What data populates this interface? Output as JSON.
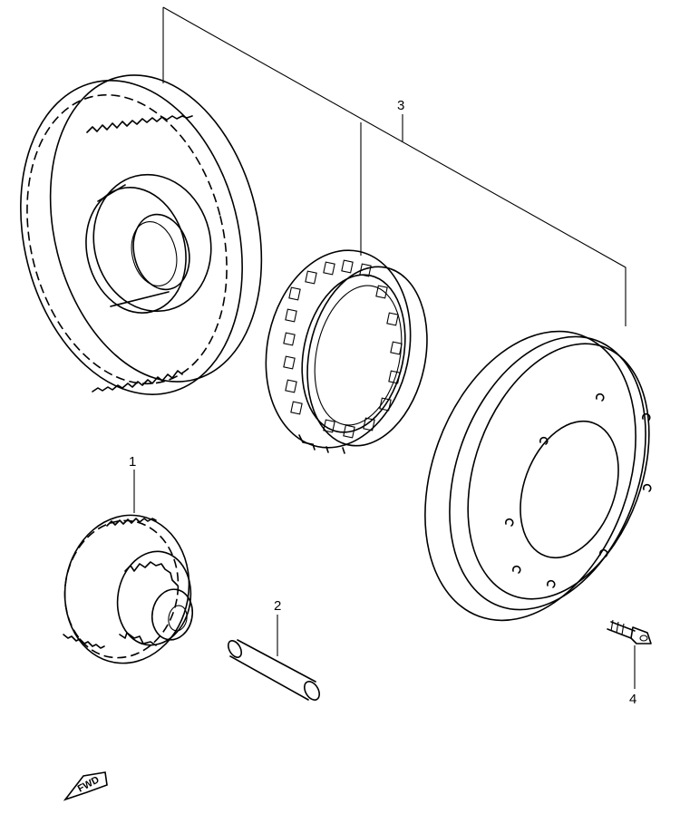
{
  "callouts": {
    "c1": "1",
    "c2": "2",
    "c3": "3",
    "c4": "4"
  },
  "direction_badge": {
    "label": "FWD",
    "icon": "arrow-left-down-icon"
  },
  "colors": {
    "line": "#000000",
    "background": "#ffffff"
  }
}
